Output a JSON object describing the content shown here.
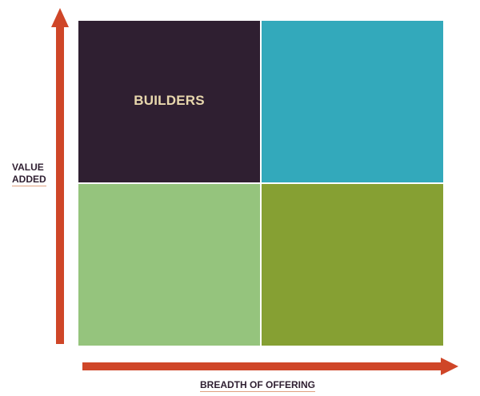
{
  "quadrants": [
    {
      "label": "BUILDERS",
      "color": "#2f1f31",
      "label_color": "#e8d7ad"
    },
    {
      "label": "",
      "color": "#33a9bb",
      "label_color": "#ffffff"
    },
    {
      "label": "",
      "color": "#95c47d",
      "label_color": "#ffffff"
    },
    {
      "label": "",
      "color": "#86a033",
      "label_color": "#ffffff"
    }
  ],
  "axes": {
    "y_label_line1": "VALUE",
    "y_label_line2": "ADDED",
    "x_label": "BREADTH OF OFFERING",
    "arrow_color": "#cf4628"
  }
}
